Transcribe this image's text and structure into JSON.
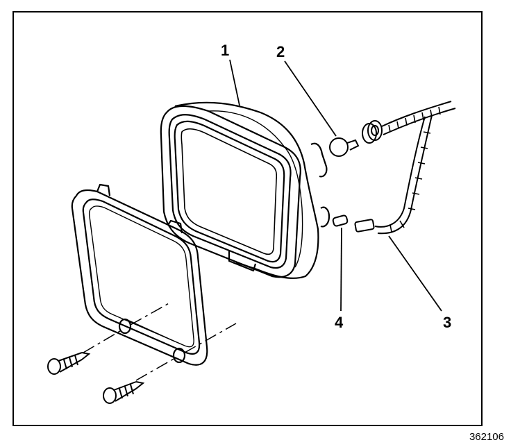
{
  "figure": {
    "callouts": [
      {
        "id": "1",
        "label": "1"
      },
      {
        "id": "2",
        "label": "2"
      },
      {
        "id": "3",
        "label": "3"
      },
      {
        "id": "4",
        "label": "4"
      }
    ],
    "figure_number": "362106"
  }
}
